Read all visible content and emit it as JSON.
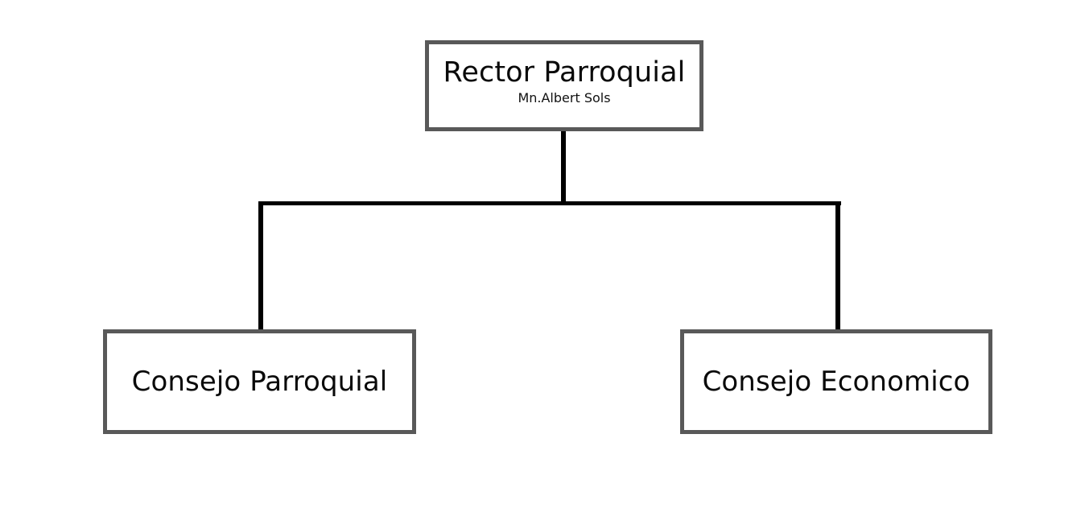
{
  "diagram": {
    "type": "organizational-chart",
    "background_color": "#ffffff",
    "node_border_color": "#595959",
    "connector_color": "#000000",
    "text_color": "#0a0a0a",
    "nodes": [
      {
        "id": "root",
        "title": "Rector Parroquial",
        "subtitle": "Mn.Albert Sols",
        "level": 0
      },
      {
        "id": "parish-council",
        "title": "Consejo Parroquial",
        "subtitle": "",
        "level": 1
      },
      {
        "id": "economic-council",
        "title": "Consejo Economico",
        "subtitle": "",
        "level": 1
      }
    ],
    "edges": [
      {
        "from": "root",
        "to": "parish-council"
      },
      {
        "from": "root",
        "to": "economic-council"
      }
    ]
  }
}
